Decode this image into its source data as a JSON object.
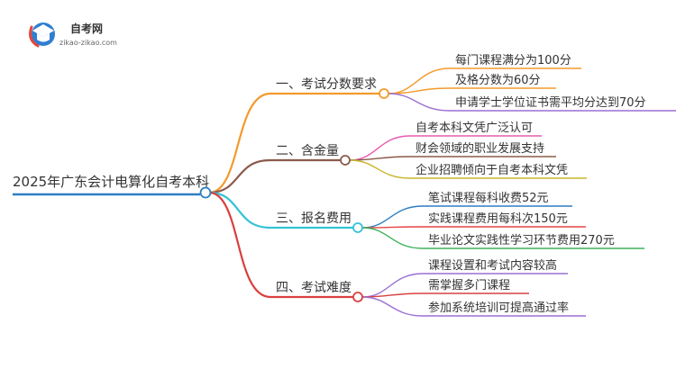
{
  "logo": {
    "title": "自考网",
    "url": "zikao-zikao.com"
  },
  "mindmap": {
    "root": "2025年广东会计电算化自考本科",
    "branches": [
      {
        "label": "一、考试分数要求",
        "color": "#F39A2C",
        "children": [
          {
            "label": "每门课程满分为100分",
            "color": "#F39A2C"
          },
          {
            "label": "及格分数为60分",
            "color": "#F39A2C"
          },
          {
            "label": "申请学士学位证书需平均分达到70分",
            "color": "#9B6FD3"
          }
        ]
      },
      {
        "label": "二、含金量",
        "color": "#8B5A4A",
        "children": [
          {
            "label": "自考本科文凭广泛认可",
            "color": "#E85AAE"
          },
          {
            "label": "财会领域的职业发展支持",
            "color": "#8B5A4A"
          },
          {
            "label": "企业招聘倾向于自考本科文凭",
            "color": "#C7B52C"
          }
        ]
      },
      {
        "label": "三、报名费用",
        "color": "#33C2D6",
        "children": [
          {
            "label": "笔试课程每科收费52元",
            "color": "#2C7FC2"
          },
          {
            "label": "实践课程费用每科次150元",
            "color": "#E64545"
          },
          {
            "label": "毕业论文实践性学习环节费用270元",
            "color": "#3FB25A"
          }
        ]
      },
      {
        "label": "四、考试难度",
        "color": "#D9403F",
        "children": [
          {
            "label": "课程设置和考试内容较高",
            "color": "#9B6FD3"
          },
          {
            "label": "需掌握多门课程",
            "color": "#D9403F"
          },
          {
            "label": "参加系统培训可提高通过率",
            "color": "#9B6FD3"
          }
        ]
      }
    ]
  }
}
